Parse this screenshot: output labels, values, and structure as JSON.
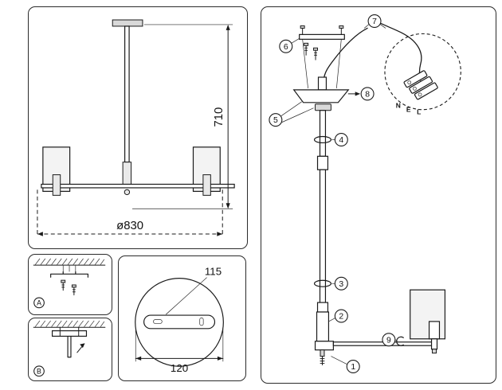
{
  "colors": {
    "line": "#1a1a1a",
    "background": "#ffffff",
    "shade_fill": "#f3f3f3",
    "metal_fill": "#d9d9d9"
  },
  "main_view": {
    "height_label": "710",
    "diameter_label": "ø830"
  },
  "canopy_view": {
    "plate_width_label": "115",
    "base_width_label": "120"
  },
  "detail_views": {
    "a_label": "A",
    "b_label": "B"
  },
  "assembly_view": {
    "callouts": {
      "c1": "1",
      "c2": "2",
      "c3": "3",
      "c4": "4",
      "c5": "5",
      "c6": "6",
      "c7": "7",
      "c8": "8",
      "c9": "9"
    },
    "terminals": {
      "n": "N",
      "e": "E",
      "l": "L"
    }
  }
}
